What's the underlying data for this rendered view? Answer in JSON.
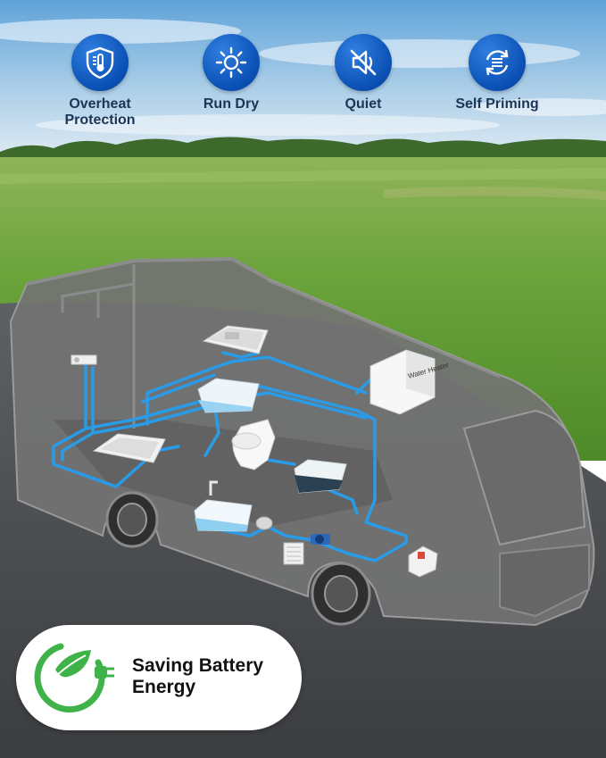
{
  "features": [
    {
      "label": "Overheat Protection",
      "icon": "thermometer-shield-icon"
    },
    {
      "label": "Run Dry",
      "icon": "sun-icon"
    },
    {
      "label": "Quiet",
      "icon": "muted-speaker-icon"
    },
    {
      "label": "Self Priming",
      "icon": "cycle-arrows-icon"
    }
  ],
  "diagram": {
    "water_heater_label": "Water Heater"
  },
  "badge": {
    "label": "Saving Battery Energy",
    "icon": "leaf-plug-icon"
  },
  "colors": {
    "icon_blue": "#0a4fb3",
    "pipe_blue": "#2a9be6",
    "badge_green": "#3fb34a",
    "rv_body": "#6e6e6e"
  }
}
